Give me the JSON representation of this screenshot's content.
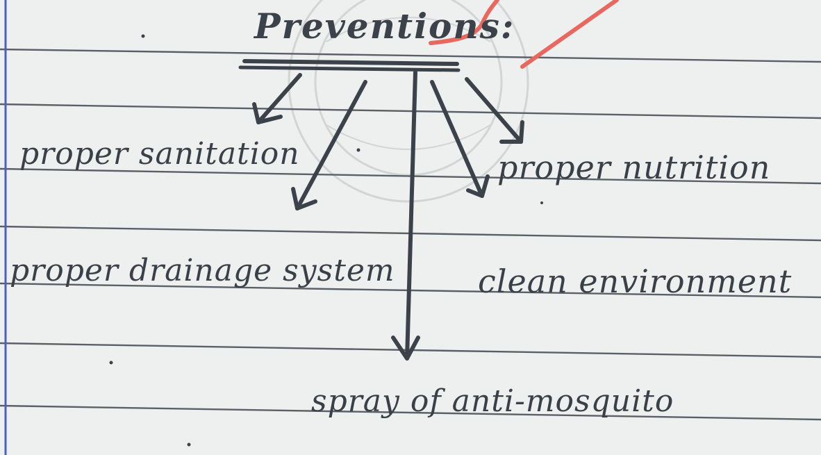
{
  "heading": "Preventions:",
  "items": {
    "sanitation": "proper sanitation",
    "drainage": "proper drainage system",
    "nutrition": "proper nutrition",
    "environment": "clean environment",
    "spray": "spray of anti-mosquito"
  },
  "colors": {
    "paper": "#eef0ef",
    "rule_line": "#555b60",
    "margin_line": "#4a5fc4",
    "ink": "#3a4047",
    "annotation": "#e8685f",
    "stamp": "#c8cbcc"
  }
}
